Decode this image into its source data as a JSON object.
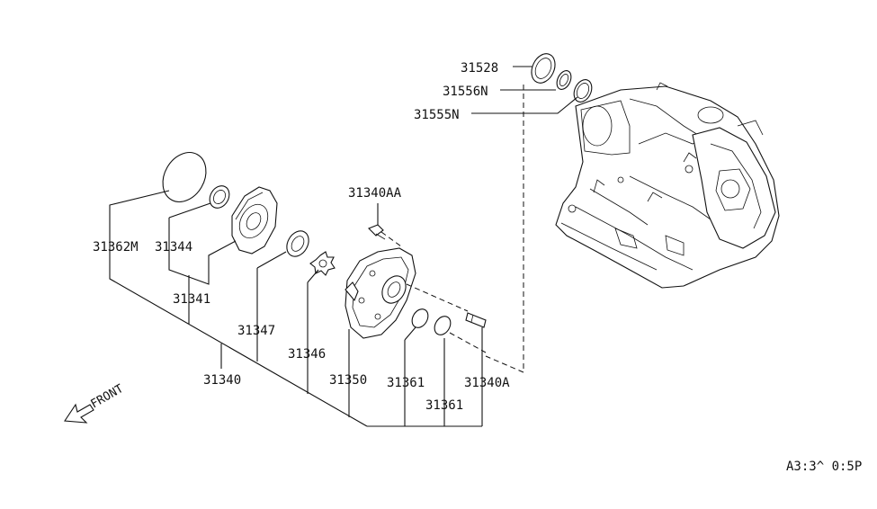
{
  "diagram": {
    "parts": {
      "p31528": "31528",
      "p31556N": "31556N",
      "p31555N": "31555N",
      "p31340AA": "31340AA",
      "p31362M": "31362M",
      "p31344": "31344",
      "p31341": "31341",
      "p31347": "31347",
      "p31346": "31346",
      "p31340": "31340",
      "p31350": "31350",
      "p31361a": "31361",
      "p31361b": "31361",
      "p31340A": "31340A"
    },
    "front_label": "FRONT",
    "diagram_code": "A3:3^ 0:5P"
  }
}
